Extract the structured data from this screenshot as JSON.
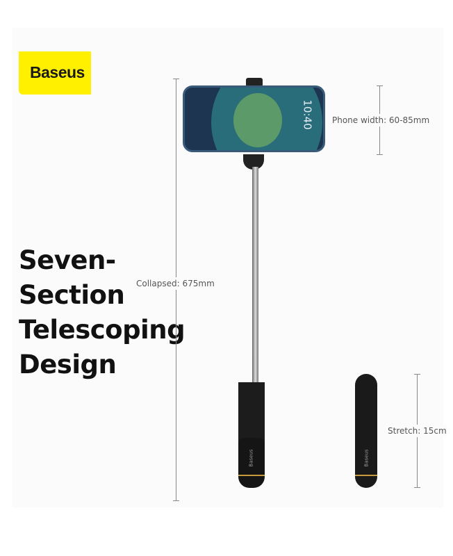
{
  "brand": {
    "logo": "Baseus",
    "product_marking": "Baseus"
  },
  "headline": {
    "lines": [
      "Seven-",
      "Section",
      "Telescoping",
      "Design"
    ]
  },
  "phone_screen": {
    "time": "10:40"
  },
  "dimensions": {
    "collapsed": "Collapsed: 675mm",
    "phone_width": "Phone width: 60-85mm",
    "stretch": "Stretch: 15cm"
  },
  "colors": {
    "logo_bg": "#fff000",
    "accent_ring": "#c8993a"
  }
}
